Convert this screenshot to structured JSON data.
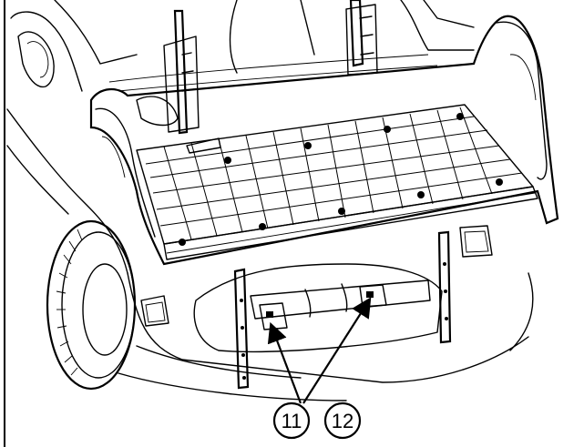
{
  "callouts": [
    {
      "id": "11",
      "label": "11"
    },
    {
      "id": "12",
      "label": "12"
    }
  ],
  "colors": {
    "ink": "#000000",
    "paper": "#ffffff"
  }
}
